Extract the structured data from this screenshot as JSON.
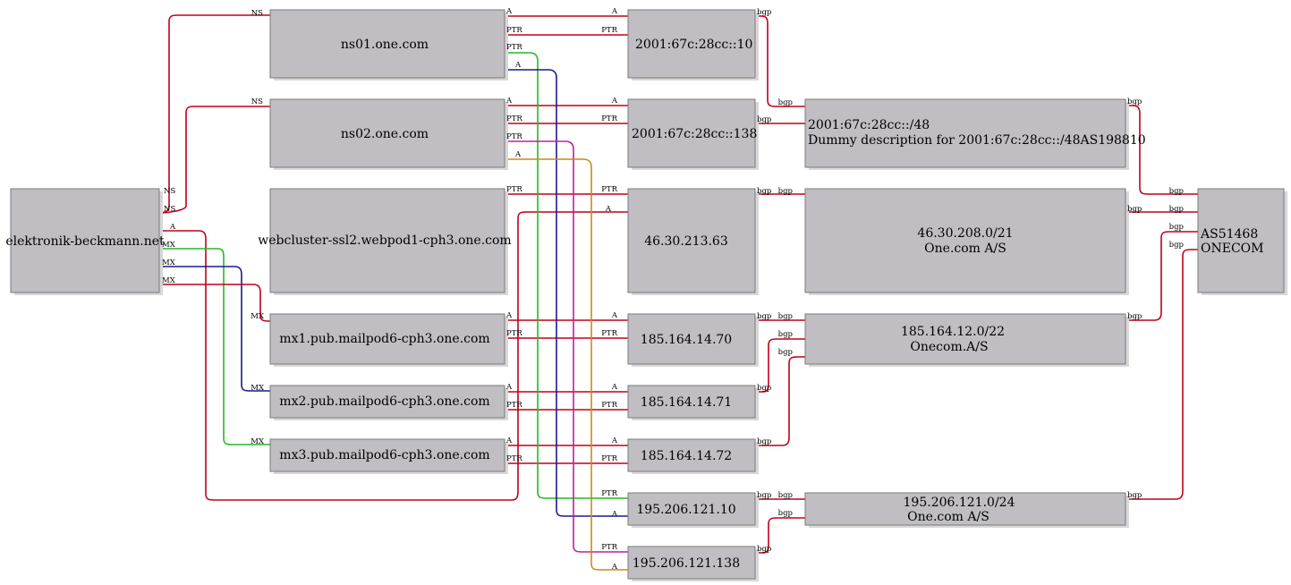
{
  "colors": {
    "ns": "#c0001a",
    "a": "#c0001a",
    "mx": "#c0001a",
    "ptr": "#c0001a",
    "bgp": "#c0001a",
    "green": "#22bb22",
    "blue": "#1a1a8c",
    "magenta": "#c0209a",
    "orange": "#cc8a1a",
    "node_fill": "#c0bec2"
  },
  "nodes": {
    "domain": "elektronik-beckmann.net",
    "ns01": "ns01.one.com",
    "ns02": "ns02.one.com",
    "webcluster": "webcluster-ssl2.webpod1-cph3.one.com",
    "mx1": "mx1.pub.mailpod6-cph3.one.com",
    "mx2": "mx2.pub.mailpod6-cph3.one.com",
    "mx3": "mx3.pub.mailpod6-cph3.one.com",
    "ip_2001_10": "2001:67c:28cc::10",
    "ip_2001_138": "2001:67c:28cc::138",
    "ip_46": "46.30.213.63",
    "ip_185_70": "185.164.14.70",
    "ip_185_71": "185.164.14.71",
    "ip_185_72": "185.164.14.72",
    "ip_195_10": "195.206.121.10",
    "ip_195_138": "195.206.121.138",
    "pfx_2001_line1": "2001:67c:28cc::/48",
    "pfx_2001_line2": "Dummy description for 2001:67c:28cc::/48AS198810",
    "pfx_46_line1": "46.30.208.0/21",
    "pfx_46_line2": "One.com A/S",
    "pfx_185_line1": "185.164.12.0/22",
    "pfx_185_line2": "Onecom.A/S",
    "pfx_195_line1": "195.206.121.0/24",
    "pfx_195_line2": "One.com A/S",
    "as_line1": "AS51468",
    "as_line2": "ONECOM"
  },
  "edge_labels": {
    "ns": "NS",
    "a": "A",
    "mx": "MX",
    "ptr": "PTR",
    "bgp": "bgp"
  }
}
